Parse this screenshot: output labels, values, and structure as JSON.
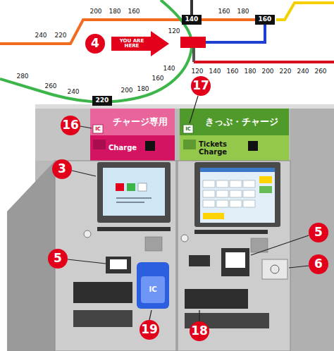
{
  "diagram": {
    "nodes": [
      {
        "text": [
          "140"
        ]
      },
      {
        "text": [
          "160"
        ]
      },
      {
        "text": [
          "YOU ARE HERE"
        ]
      },
      {
        "text": [
          "220"
        ]
      },
      {
        "text": [
          "チャージ専用",
          "Charge"
        ]
      },
      {
        "text": [
          "きっぷ・チャージ",
          "Tickets Charge"
        ]
      }
    ],
    "labels": [
      "4",
      "16",
      "17",
      "3",
      "5",
      "5",
      "6",
      "19",
      "18",
      "240",
      "220",
      "200",
      "180",
      "160",
      "160",
      "180",
      "280",
      "260",
      "240",
      "200",
      "180",
      "160",
      "140",
      "120",
      "120",
      "140",
      "160",
      "180",
      "200",
      "220",
      "240",
      "260",
      "IC",
      "IC",
      "IC"
    ]
  }
}
